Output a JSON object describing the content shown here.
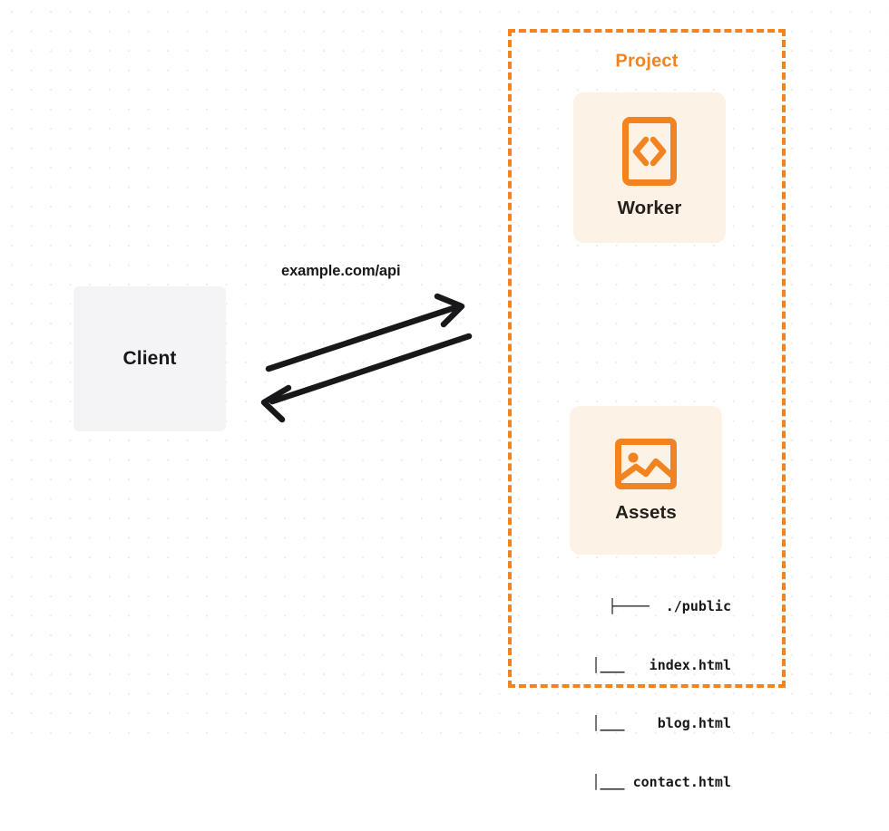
{
  "diagram": {
    "background": {
      "dot_color": "#ececee",
      "page_color": "#ffffff"
    },
    "client": {
      "label": "Client",
      "fill": "#f4f4f6",
      "text_color": "#18181b"
    },
    "connection": {
      "label": "example.com/api",
      "request_direction": "client-to-project",
      "response_direction": "project-to-client",
      "stroke_color": "#18181b"
    },
    "project": {
      "title": "Project",
      "border_color": "#f28321",
      "border_style": "dashed",
      "cards": [
        {
          "label": "Worker",
          "icon": "code-brackets-icon",
          "fill": "#fdf2e6",
          "icon_color": "#f28321"
        },
        {
          "label": "Assets",
          "icon": "image-icon",
          "fill": "#fdf2e6",
          "icon_color": "#f28321"
        }
      ],
      "file_tree": [
        "├────  ./public",
        "   │___   index.html",
        "   │___    blog.html",
        "   │___ contact.html"
      ]
    }
  }
}
